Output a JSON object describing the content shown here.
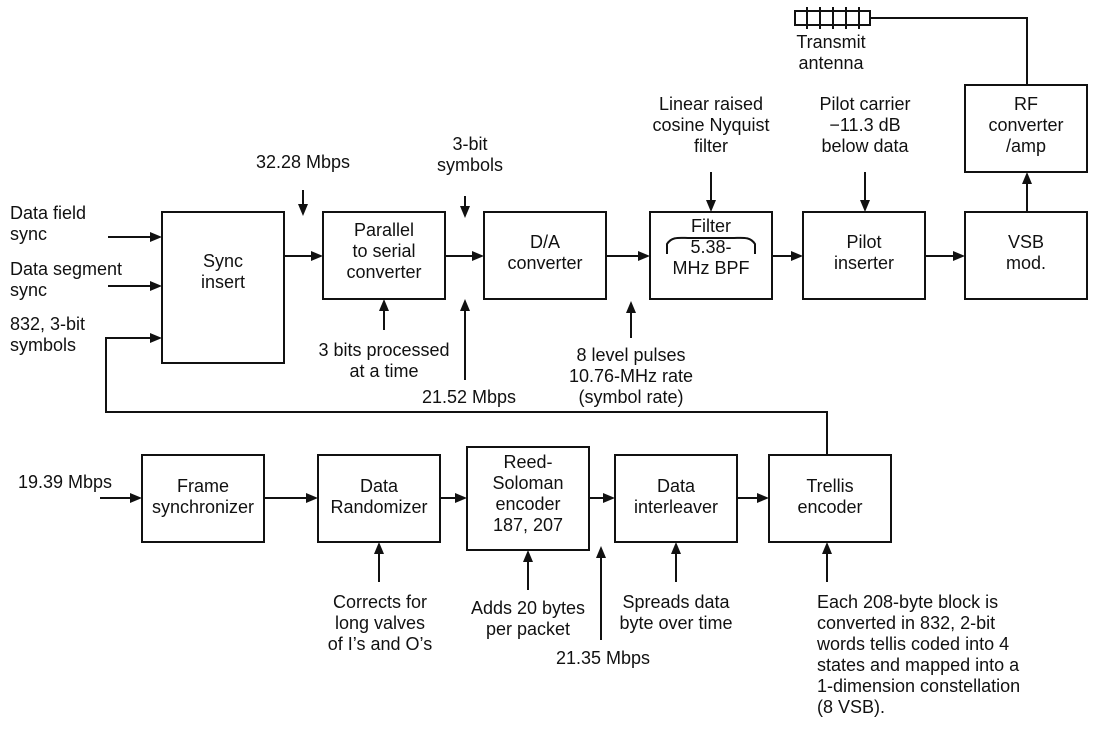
{
  "blocks": {
    "sync_insert": [
      "Sync",
      "insert"
    ],
    "parallel_serial": [
      "Parallel",
      "to serial",
      "converter"
    ],
    "da_converter": [
      "D/A",
      "converter"
    ],
    "filter": [
      "Filter",
      "5.38-",
      "MHz BPF"
    ],
    "pilot_inserter": [
      "Pilot",
      "inserter"
    ],
    "vsb_mod": [
      "VSB",
      "mod."
    ],
    "rf_converter": [
      "RF",
      "converter",
      "/amp"
    ],
    "frame_sync": [
      "Frame",
      "synchronizer"
    ],
    "data_randomizer": [
      "Data",
      "Randomizer"
    ],
    "reed_solomon": [
      "Reed-",
      "Soloman",
      "encoder",
      "187, 207"
    ],
    "data_interleaver": [
      "Data",
      "interleaver"
    ],
    "trellis_encoder": [
      "Trellis",
      "encoder"
    ]
  },
  "labels": {
    "transmit_antenna": [
      "Transmit",
      "antenna"
    ],
    "data_field_sync": [
      "Data field",
      "sync"
    ],
    "data_segment_sync": [
      "Data segment",
      "sync"
    ],
    "symbols_832": [
      "832, 3-bit",
      "symbols"
    ],
    "rate_3228": [
      "32.28 Mbps"
    ],
    "three_bit_symbols": [
      "3-bit",
      "symbols"
    ],
    "nyquist_filter": [
      "Linear raised",
      "cosine Nyquist",
      "filter"
    ],
    "pilot_carrier": [
      "Pilot carrier",
      "−11.3 dB",
      "below data"
    ],
    "three_bits": [
      "3 bits processed",
      "at a time"
    ],
    "rate_2152": [
      "21.52 Mbps"
    ],
    "level_pulses": [
      "8 level pulses",
      "10.76-MHz rate",
      "(symbol rate)"
    ],
    "rate_1939": [
      "19.39 Mbps"
    ],
    "corrects_for": [
      "Corrects for",
      "long valves",
      "of I’s and O’s"
    ],
    "adds_20_bytes": [
      "Adds 20 bytes",
      "per packet"
    ],
    "spreads_data": [
      "Spreads data",
      "byte over time"
    ],
    "rate_2135": [
      "21.35 Mbps"
    ],
    "trellis_note": [
      "Each 208-byte block is",
      "converted in 832, 2-bit",
      "words tellis coded into 4",
      "states and mapped into a",
      "1-dimension constellation",
      "(8 VSB)."
    ]
  }
}
